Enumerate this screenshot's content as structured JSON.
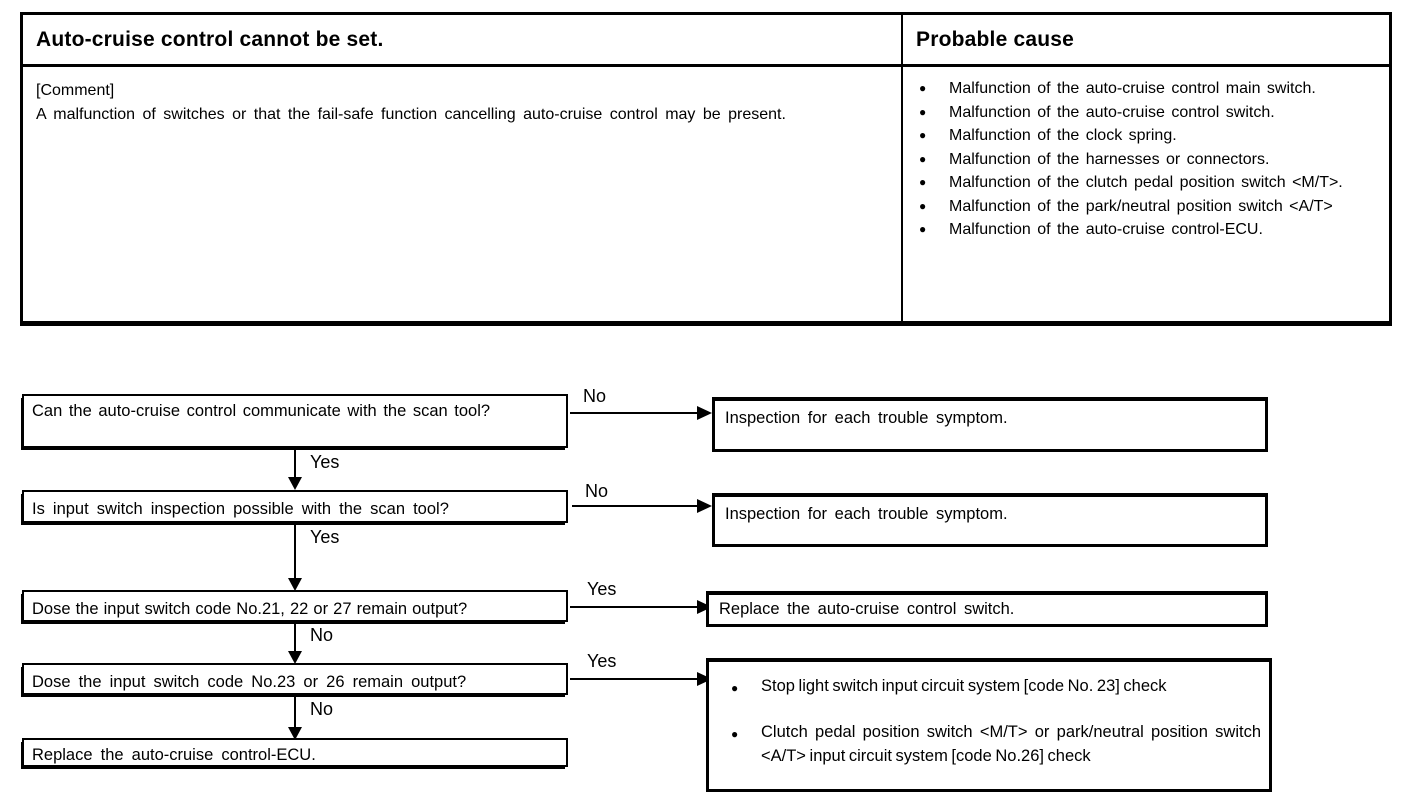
{
  "icons": {
    "bullet": "●"
  },
  "table": {
    "symptom_header": "Auto-cruise control cannot be set.",
    "cause_header": "Probable cause",
    "comment_label": "[Comment]",
    "comment_text": "A malfunction of switches or that the fail-safe function cancelling auto-cruise control may be present.",
    "probable_causes": [
      "Malfunction of the auto-cruise control main switch.",
      "Malfunction of the auto-cruise control switch.",
      "Malfunction of the clock spring.",
      "Malfunction of the harnesses or connectors.",
      "Malfunction of the clutch pedal position switch <M/T>.",
      "Malfunction of the park/neutral position switch <A/T>",
      "Malfunction of the auto-cruise control-ECU."
    ]
  },
  "flowchart": {
    "questions": [
      {
        "text": "Can the auto-cruise control communicate with the scan tool?",
        "side_label": "No",
        "down_label": "Yes"
      },
      {
        "text": "Is input switch inspection possible with the scan tool?",
        "side_label": "No",
        "down_label": "Yes"
      },
      {
        "text": "Dose the input switch code No.21, 22 or 27 remain output?",
        "side_label": "Yes",
        "down_label": "No"
      },
      {
        "text": "Dose the input switch code No.23 or 26 remain output?",
        "side_label": "Yes",
        "down_label": "No"
      }
    ],
    "results": [
      {
        "text": "Inspection for each trouble symptom."
      },
      {
        "text": "Inspection for each trouble symptom."
      },
      {
        "text": "Replace the auto-cruise control switch."
      },
      {
        "bullets": [
          "Stop light switch input circuit system [code No. 23] check",
          "Clutch pedal position switch <M/T> or park/neutral position switch <A/T> input circuit system [code No.26] check"
        ]
      }
    ],
    "final_action": "Replace the auto-cruise control-ECU."
  }
}
